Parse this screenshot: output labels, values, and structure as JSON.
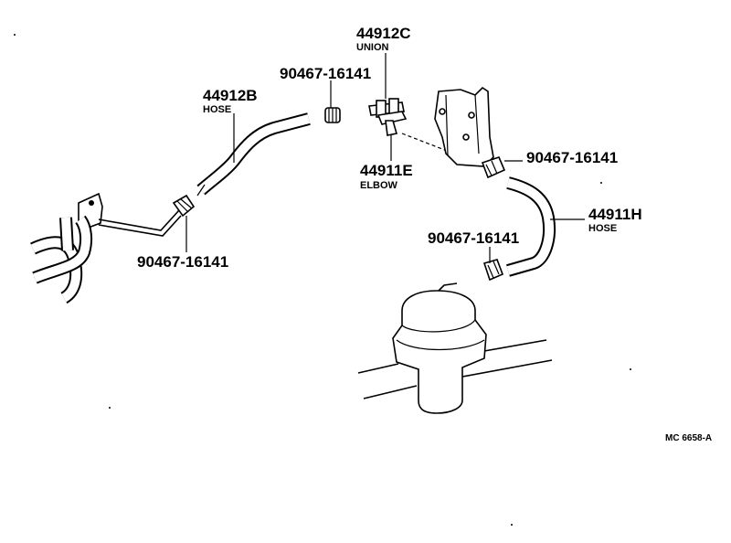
{
  "labels": {
    "union_number": "44912C",
    "union_name": "UNION",
    "clamp_top_number": "90467-16141",
    "hose_b_number": "44912B",
    "hose_b_name": "HOSE",
    "elbow_number": "44911E",
    "elbow_name": "ELBOW",
    "clamp_right_number": "90467-16141",
    "hose_h_number": "44911H",
    "hose_h_name": "HOSE",
    "clamp_mid_number": "90467-16141",
    "clamp_left_number": "90467-16141",
    "drawing_ref": "MC 6658-A"
  }
}
